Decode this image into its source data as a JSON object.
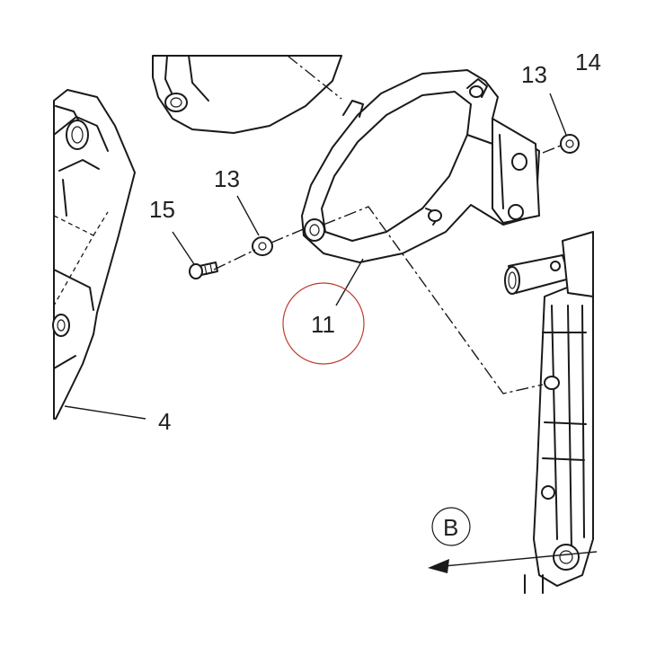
{
  "callouts": {
    "part_4": "4",
    "part_11": "11",
    "part_13_left": "13",
    "part_13_right": "13",
    "part_14": "14",
    "part_15": "15",
    "view_b": "B"
  },
  "colors": {
    "line": "#1a1a1a",
    "highlight_circle": "#c0392b",
    "background": "#ffffff"
  }
}
